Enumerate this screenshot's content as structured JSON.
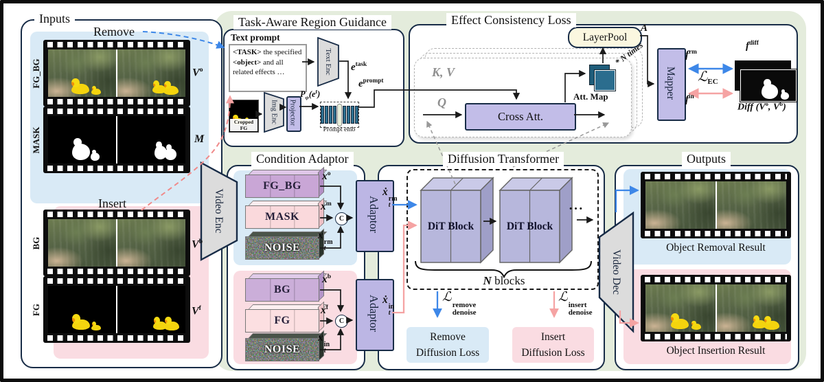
{
  "colors": {
    "accent_blue": "#3d87e8",
    "accent_pink": "#f5a3a3",
    "panel_green": "#e4ecdc",
    "region_blue": "#d9eaf6",
    "region_pink": "#fadce2",
    "module_purple": "#c2bde8",
    "bar_purple": "#c9a6d6",
    "bar_pink": "#fad9dc",
    "teal": "#2b6d8e",
    "cream": "#fbf7e0",
    "border_navy": "#182c47"
  },
  "inputs": {
    "title": "Inputs",
    "remove": "Remove",
    "insert": "Insert",
    "fgbg_label": "FG_BG",
    "mask_label": "MASK",
    "bg_label": "BG",
    "fg_label": "FG",
    "v_o": {
      "base": "V",
      "sup": "o"
    },
    "m": {
      "base": "M"
    },
    "v_b": {
      "base": "V",
      "sup": "b"
    },
    "v_f": {
      "base": "V",
      "sup": "f"
    }
  },
  "video_enc": "Video Enc",
  "video_dec": "Video Dec",
  "targ": {
    "title": "Task-Aware Region Guidance",
    "text_prompt": "Text prompt",
    "prompt": {
      "b1": "<TASK>",
      "t1": " the specified ",
      "b2": "<object>",
      "t2": " and all related effects …"
    },
    "text_enc": "Text Enc",
    "img_enc": "Img Enc",
    "projector": "Projector",
    "cropped_fg": "Cropped FG",
    "proj_out": {
      "base": "P",
      "sub": "ψ",
      "mid": "(e",
      "sup": "f",
      "end": ")"
    },
    "e_task": {
      "base": "e",
      "sup": "task"
    },
    "e_prompt": {
      "base": "e",
      "sup": "prompt"
    },
    "prompt_emb": "Prompt emb"
  },
  "ecl": {
    "title": "Effect Consistency Loss",
    "layerpool": "LayerPool",
    "a": "A",
    "n_times": "* N times",
    "kv": "K, V",
    "q": "Q",
    "cross_att": "Cross Att.",
    "att_map": "Att. Map",
    "mapper": "Mapper",
    "f_rm": {
      "base": "f",
      "sup": "rm"
    },
    "f_in": {
      "base": "f",
      "sup": "in"
    },
    "f_diff": {
      "base": "f",
      "sup": "diff"
    },
    "l_ec": {
      "base": "ℒ",
      "sub": "EC"
    },
    "diff_caption": {
      "t1": "Diff (V",
      "s1": "o",
      "t2": ", V",
      "s2": "b",
      "t3": ")"
    }
  },
  "ca": {
    "title": "Condition Adaptor",
    "adaptor": "Adaptor",
    "concat": "C",
    "noise": "NOISE",
    "remove_bars": {
      "bar1": "FG_BG",
      "bar2": "MASK"
    },
    "insert_bars": {
      "bar1": "BG",
      "bar2": "FG"
    },
    "x_o": {
      "base": "x",
      "sup": "o"
    },
    "x_m": {
      "base": "x",
      "sup": "m"
    },
    "x_rm": {
      "base": "x",
      "sup": "rm",
      "sub": "t"
    },
    "x_b": {
      "base": "x",
      "sup": "b"
    },
    "x_f": {
      "base": "x",
      "sup": "f"
    },
    "x_in": {
      "base": "x",
      "sup": "in",
      "sub": "t"
    }
  },
  "dt": {
    "title": "Diffusion Transformer",
    "dit_block": "DiT Block",
    "dots": "···",
    "n_blocks": {
      "n": "N",
      "rest": " blocks"
    },
    "xd_rm": {
      "base": "ẋ",
      "sup": "rm",
      "sub": "t"
    },
    "xd_in": {
      "base": "ẋ",
      "sup": "in",
      "sub": "t"
    },
    "l_remove": {
      "base": "ℒ",
      "sup": "remove",
      "sub": "denoise"
    },
    "l_insert": {
      "base": "ℒ",
      "sup": "insert",
      "sub": "denoise"
    },
    "remove_loss_1": "Remove",
    "remove_loss_2": "Diffusion Loss",
    "insert_loss_1": "Insert",
    "insert_loss_2": "Diffusion Loss"
  },
  "outputs": {
    "title": "Outputs",
    "removal_caption": "Object Removal Result",
    "insertion_caption": "Object Insertion Result"
  }
}
